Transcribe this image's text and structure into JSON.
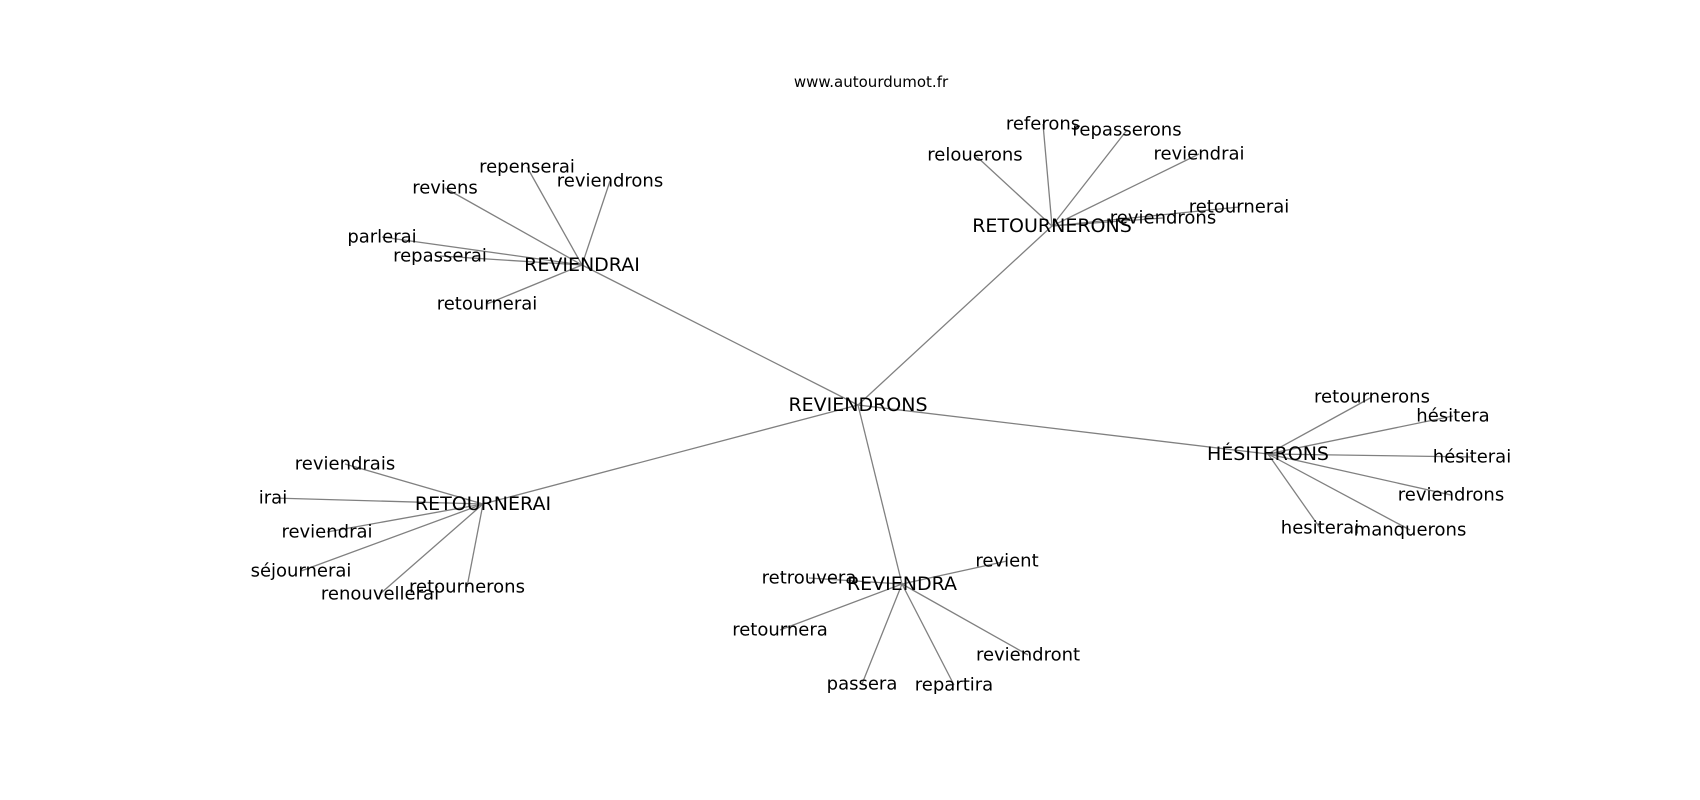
{
  "watermark": "www.autourdumot.fr",
  "graph": {
    "center": "REVIENDRONS",
    "hubs": [
      {
        "id": "reviendrai",
        "label": "REVIENDRAI",
        "leaves": [
          "repenserai",
          "reviendrons",
          "reviens",
          "parlerai",
          "repasserai",
          "retournerai"
        ]
      },
      {
        "id": "retournerons",
        "label": "RETOURNERONS",
        "leaves": [
          "referons",
          "repasserons",
          "relouerons",
          "reviendrai",
          "retournerai",
          "reviendrons"
        ]
      },
      {
        "id": "hesiterons",
        "label": "HÉSITERONS",
        "leaves": [
          "retournerons",
          "hésitera",
          "hésiterai",
          "reviendrons",
          "hesiterai",
          "manquerons"
        ]
      },
      {
        "id": "reviendra",
        "label": "REVIENDRA",
        "leaves": [
          "revient",
          "retrouvera",
          "retournera",
          "reviendront",
          "passera",
          "repartira"
        ]
      },
      {
        "id": "retournerai",
        "label": "RETOURNERAI",
        "leaves": [
          "reviendrais",
          "irai",
          "reviendrai",
          "séjournerai",
          "renouvellerai",
          "retournerons"
        ]
      }
    ]
  }
}
